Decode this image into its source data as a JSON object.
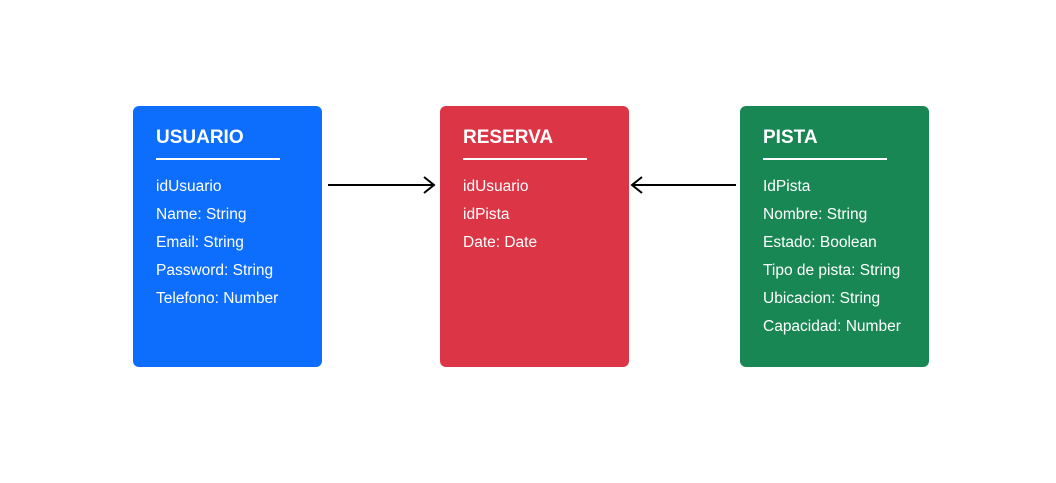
{
  "colors": {
    "usuario": "#0d6efd",
    "reserva": "#dc3545",
    "pista": "#198754",
    "arrow": "#000000"
  },
  "entities": [
    {
      "id": "usuario",
      "title": "USUARIO",
      "fields": [
        "idUsuario",
        "Name: String",
        "Email: String",
        "Password: String",
        "Telefono: Number"
      ]
    },
    {
      "id": "reserva",
      "title": "RESERVA",
      "fields": [
        "idUsuario",
        "idPista",
        "Date: Date"
      ]
    },
    {
      "id": "pista",
      "title": "PISTA",
      "fields": [
        "IdPista",
        "Nombre: String",
        "Estado: Boolean",
        "Tipo de pista: String",
        "Ubicacion: String",
        "Capacidad: Number"
      ]
    }
  ],
  "relations": [
    {
      "from": "usuario",
      "to": "reserva"
    },
    {
      "from": "pista",
      "to": "reserva"
    }
  ]
}
